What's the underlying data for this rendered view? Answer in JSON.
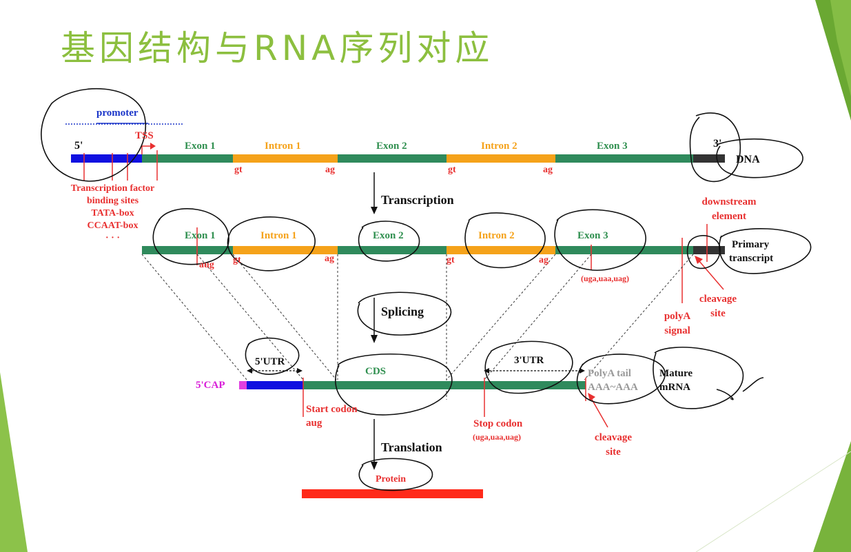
{
  "title": "基因结构与RNA序列对应",
  "colors": {
    "exon": "#2f8a5c",
    "intron": "#f5a21a",
    "promoter": "#1010e0",
    "end_box": "#333333",
    "text_red": "#e83030",
    "text_green": "#2f8f4f",
    "title_green": "#8cbf3f",
    "cap": "#e040e0",
    "protein": "#ff2a1a"
  },
  "dna": {
    "promoter": "promoter",
    "five_prime": "5'",
    "tss": "TSS",
    "three_prime": "3'",
    "label": "DNA",
    "exon1": "Exon 1",
    "intron1": "Intron 1",
    "exon2": "Exon 2",
    "intron2": "Intron 2",
    "exon3": "Exon 3",
    "gt1": "gt",
    "ag1": "ag",
    "gt2": "gt",
    "ag2": "ag",
    "promoter_notes": [
      "Transcription factor",
      "binding sites",
      "TATA-box",
      "CCAAT-box",
      "· · ·"
    ]
  },
  "transcription": "Transcription",
  "primary": {
    "downstream": [
      "downstream",
      "element"
    ],
    "exon1": "Exon 1",
    "intron1": "Intron 1",
    "exon2": "Exon 2",
    "intron2": "Intron 2",
    "exon3": "Exon 3",
    "aug": "aug",
    "gt1": "gt",
    "ag1": "ag",
    "gt2": "gt",
    "ag2": "ag",
    "stop_codons": "(uga,uaa,uag)",
    "label": [
      "Primary",
      "transcript"
    ],
    "cleavage_site": [
      "cleavage",
      "site"
    ],
    "polya_signal": [
      "polyA",
      "signal"
    ]
  },
  "splicing": "Splicing",
  "mature": {
    "utr5": "5'UTR",
    "utr3": "3'UTR",
    "cap": "5'CAP",
    "cds": "CDS",
    "polya_tail": [
      "PolyA tail",
      "AAA~AAA"
    ],
    "label": [
      "Mature",
      "mRNA"
    ],
    "start_codon": [
      "Start codon",
      "aug"
    ],
    "stop_codon": "Stop codon",
    "stop_codons": "(uga,uaa,uag)",
    "cleavage_site": [
      "cleavage",
      "site"
    ]
  },
  "translation": "Translation",
  "protein": "Protein"
}
